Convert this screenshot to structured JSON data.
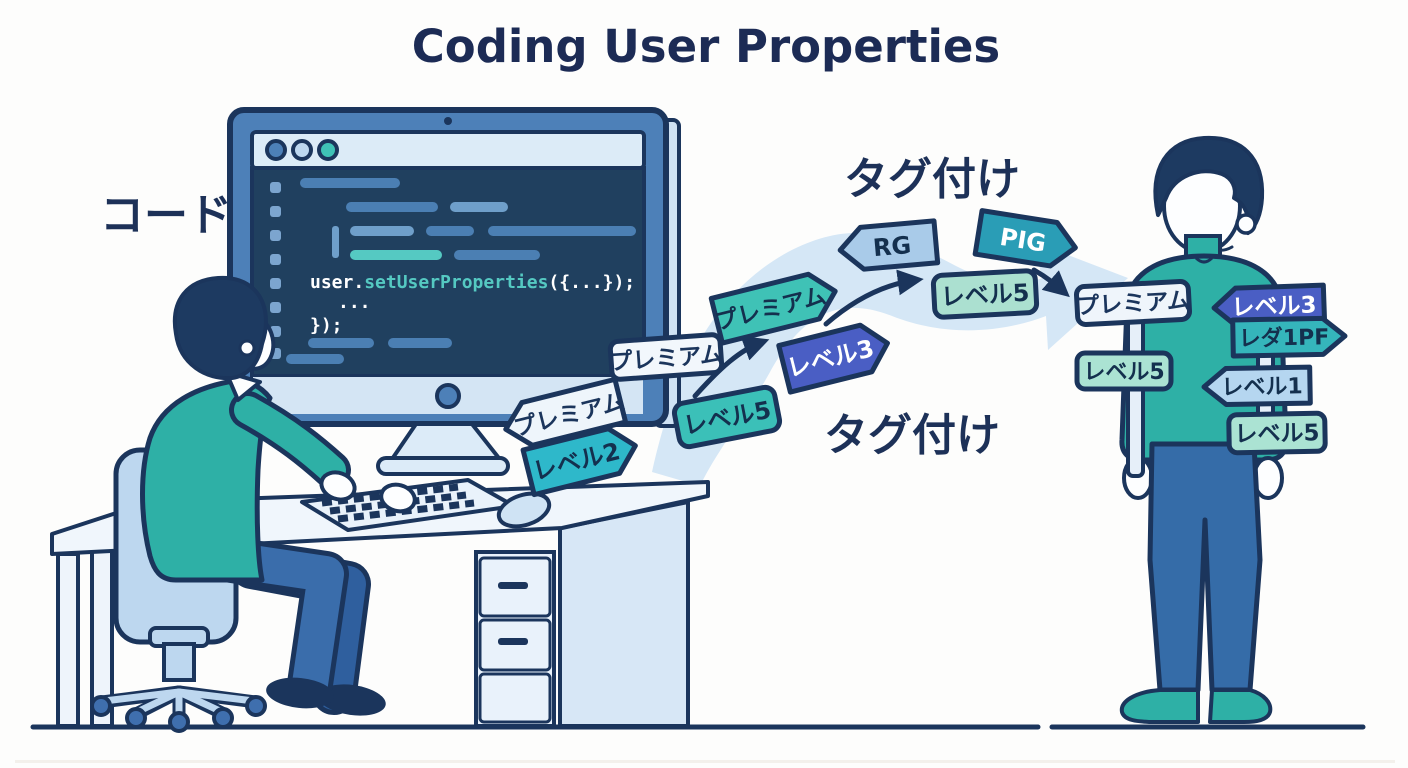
{
  "title": "Coding User Properties",
  "labels": {
    "code": "コード",
    "tagging_top": "タグ付け",
    "tagging_bottom": "タグ付け"
  },
  "code_editor": {
    "line1_object": "user.",
    "line1_method": "setUserProperties",
    "line1_args": "({...});",
    "line2": "...",
    "line3": "});"
  },
  "flow_tags": {
    "premium_window": "プレミアム",
    "premium_floating": "プレミアム",
    "level2": "レベル2",
    "level5_low": "レベル5",
    "premium_teal": "プレミアム",
    "level3": "レベル3",
    "rg": "RG",
    "pig": "PIG",
    "level5_mid": "レベル5"
  },
  "person_tags": {
    "premium": "プレミアム",
    "level3": "レベル3",
    "reta1pf": "レダ1PF",
    "level5_left": "レベル5",
    "level1": "レベル1",
    "level5_bottom": "レベル5"
  },
  "colors": {
    "outline_navy": "#1b355c",
    "title_navy": "#1c2b55",
    "screen_navy": "#20405f",
    "monitor_frame_blue": "#4d80b8",
    "swoosh_blue": "#d5e7f6",
    "teal_shirt": "#2eb0a6",
    "tag_teal": "#3fc2b6",
    "tag_cyan": "#2eb8ca",
    "tag_dark_teal": "#2a9db6",
    "tag_mint": "#abe3d3",
    "tag_indigo": "#4a5ec4",
    "tag_light_blue": "#a9cbe9",
    "tag_white": "#f2f7fc",
    "pants_blue": "#3a6dab",
    "chair_blue": "#bdd7ef",
    "code_accent_teal": "#55c9c2"
  }
}
